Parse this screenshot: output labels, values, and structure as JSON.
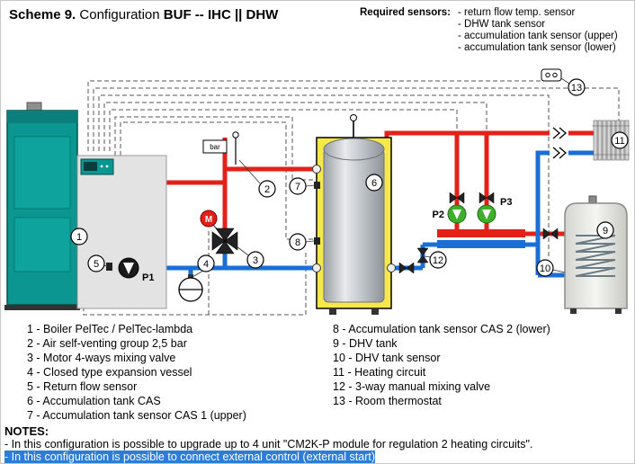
{
  "title": {
    "scheme": "Scheme 9.",
    "config": "Configuration",
    "name": "BUF -- IHC || DHW"
  },
  "required_sensors": {
    "heading": "Required sensors:",
    "items": [
      "- return flow temp. sensor",
      "- DHW tank sensor",
      "- accumulation tank sensor (upper)",
      "- accumulation tank sensor (lower)"
    ]
  },
  "diagram": {
    "callouts": [
      "1",
      "2",
      "3",
      "4",
      "5",
      "6",
      "7",
      "8",
      "9",
      "10",
      "11",
      "12",
      "13"
    ],
    "pump_labels": {
      "p1": "P1",
      "p2": "P2",
      "p3": "P3"
    },
    "motor_label": "M",
    "gauge_label": "bar"
  },
  "legend": {
    "left": [
      "1 - Boiler PelTec / PelTec-lambda",
      "2 - Air self-venting group 2,5 bar",
      "3 - Motor 4-ways mixing valve",
      "4 - Closed type expansion vessel",
      "5 - Return flow sensor",
      "6 - Accumulation tank CAS",
      "7 - Accumulation tank sensor CAS 1 (upper)"
    ],
    "right": [
      "8 - Accumulation tank sensor CAS 2 (lower)",
      "9 - DHV tank",
      "10 - DHV tank sensor",
      "11 - Heating circuit",
      "12 - 3-way manual mixing valve",
      "13 - Room thermostat"
    ]
  },
  "notes": {
    "heading": "NOTES:",
    "line1": "- In this configuration is possible to upgrade up to 4 unit \"CM2K-P module for regulation 2 heating circuits\".",
    "line2": "- In this configuration is possible to connect external control (external start)"
  },
  "colors": {
    "pipe_hot": "#e32119",
    "pipe_cold": "#1a6fd6",
    "boiler": "#0c9691",
    "tank_insulation": "#f6e84a",
    "pump_green": "#3fae2a",
    "highlight": "#2f7bd9"
  }
}
